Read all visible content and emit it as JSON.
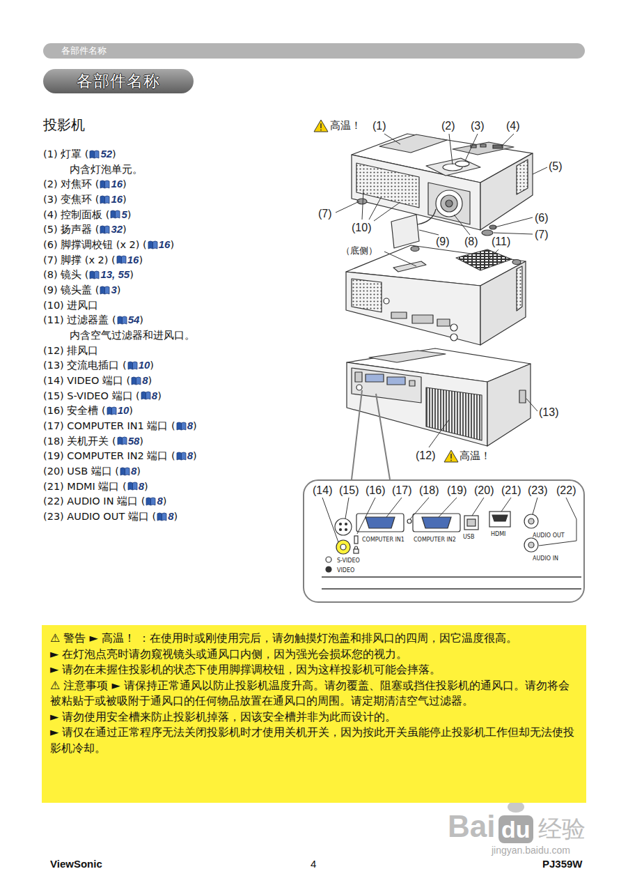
{
  "diagram": {
    "title": "各部件名称",
    "nodes": [
      {
        "text": [
          "各部件名称"
        ]
      },
      {
        "text": [
          "(14)",
          "(15)",
          "(16)",
          "(17)",
          "(18)",
          "(19)",
          "(20)",
          "(21)",
          "(23)",
          "(22)",
          "S-VIDEO",
          "VIDEO",
          "COMPUTER IN1",
          "COMPUTER IN2",
          "USB",
          "HDMI",
          "AUDIO OUT",
          "AUDIO IN"
        ]
      },
      {
        "text": [
          "⚠ 警告 ► 高温！ ：在使用时或刚使用完后，请勿触摸灯泡盖和排风口的四周，因它温度很高。",
          "► 在灯泡点亮时请勿窥视镜头或通风口内侧，因为强光会损坏您的视力。",
          "► 请勿在未握住投影机的状态下使用脚撑调校钮，因为这样投影机可能会摔落。",
          "⚠ 注意事项 ► 请保持正常通风以防止投影机温度升高。请勿覆盖、阻塞或挡住投影机的通风口。请勿将会被粘贴于或被吸附于通风口的任何物品放置在通风口的周围。请定期清洁空气过滤器。",
          "► 请勿使用安全槽来防止投影机掉落，因该安全槽并非为此而设计的。",
          "► 请仅在通过正常程序无法关闭投影机时才使用关机开关，因为按此开关虽能停止投影机工作但却无法使投影机冷却。"
        ]
      }
    ],
    "labels": [
      "投影机",
      "(1) 灯罩 (",
      "52",
      ")",
      "内含灯泡单元。",
      "(2) 对焦环 (",
      "16",
      ")",
      "(3) 变焦环 (",
      "16",
      ")",
      "(4) 控制面板 (",
      "5",
      ")",
      "(5) 扬声器 (",
      "32",
      ")",
      "(6) 脚撑调校钮 (x 2) (",
      "16",
      ")",
      "(7) 脚撑 (x 2) (",
      "16",
      ")",
      "(8) 镜头 (",
      "13, 55",
      ")",
      "(9) 镜头盖 (",
      "3",
      ")",
      "(10) 进风口",
      "(11) 过滤器盖 (",
      "54",
      ")",
      "内含空气过滤器和进风口。",
      "(12) 排风口",
      "(13) 交流电插口 (",
      "10",
      ")",
      "(14) VIDEO 端口 (",
      "8",
      ")",
      "(15) S-VIDEO 端口 (",
      "8",
      ")",
      "(16) 安全槽 (",
      "10",
      ")",
      "(17) COMPUTER IN1 端口 (",
      "8",
      ")",
      "(18) 关机开关 (",
      "58",
      ")",
      "(19) COMPUTER IN2 端口 (",
      "8",
      ")",
      "(20) USB 端口 (",
      "8",
      ")",
      "(21) MDMI 端口 (",
      "8",
      ")",
      "(22) AUDIO IN 端口 (",
      "8",
      ")",
      "(23) AUDIO OUT 端口 (",
      "8",
      ")",
      "高温！",
      "(1)",
      "(2)",
      "(3)",
      "(4)",
      "(5)",
      "(7)",
      "(10)",
      "(6)",
      "(7)",
      "(9)",
      "(8)",
      "(11)",
      "（底侧）",
      "(13)",
      "(12)",
      "高温！",
      "ViewSonic",
      "4",
      "PJ359W",
      "Bai",
      "du",
      "经验",
      "jingyan.baidu.com"
    ]
  }
}
